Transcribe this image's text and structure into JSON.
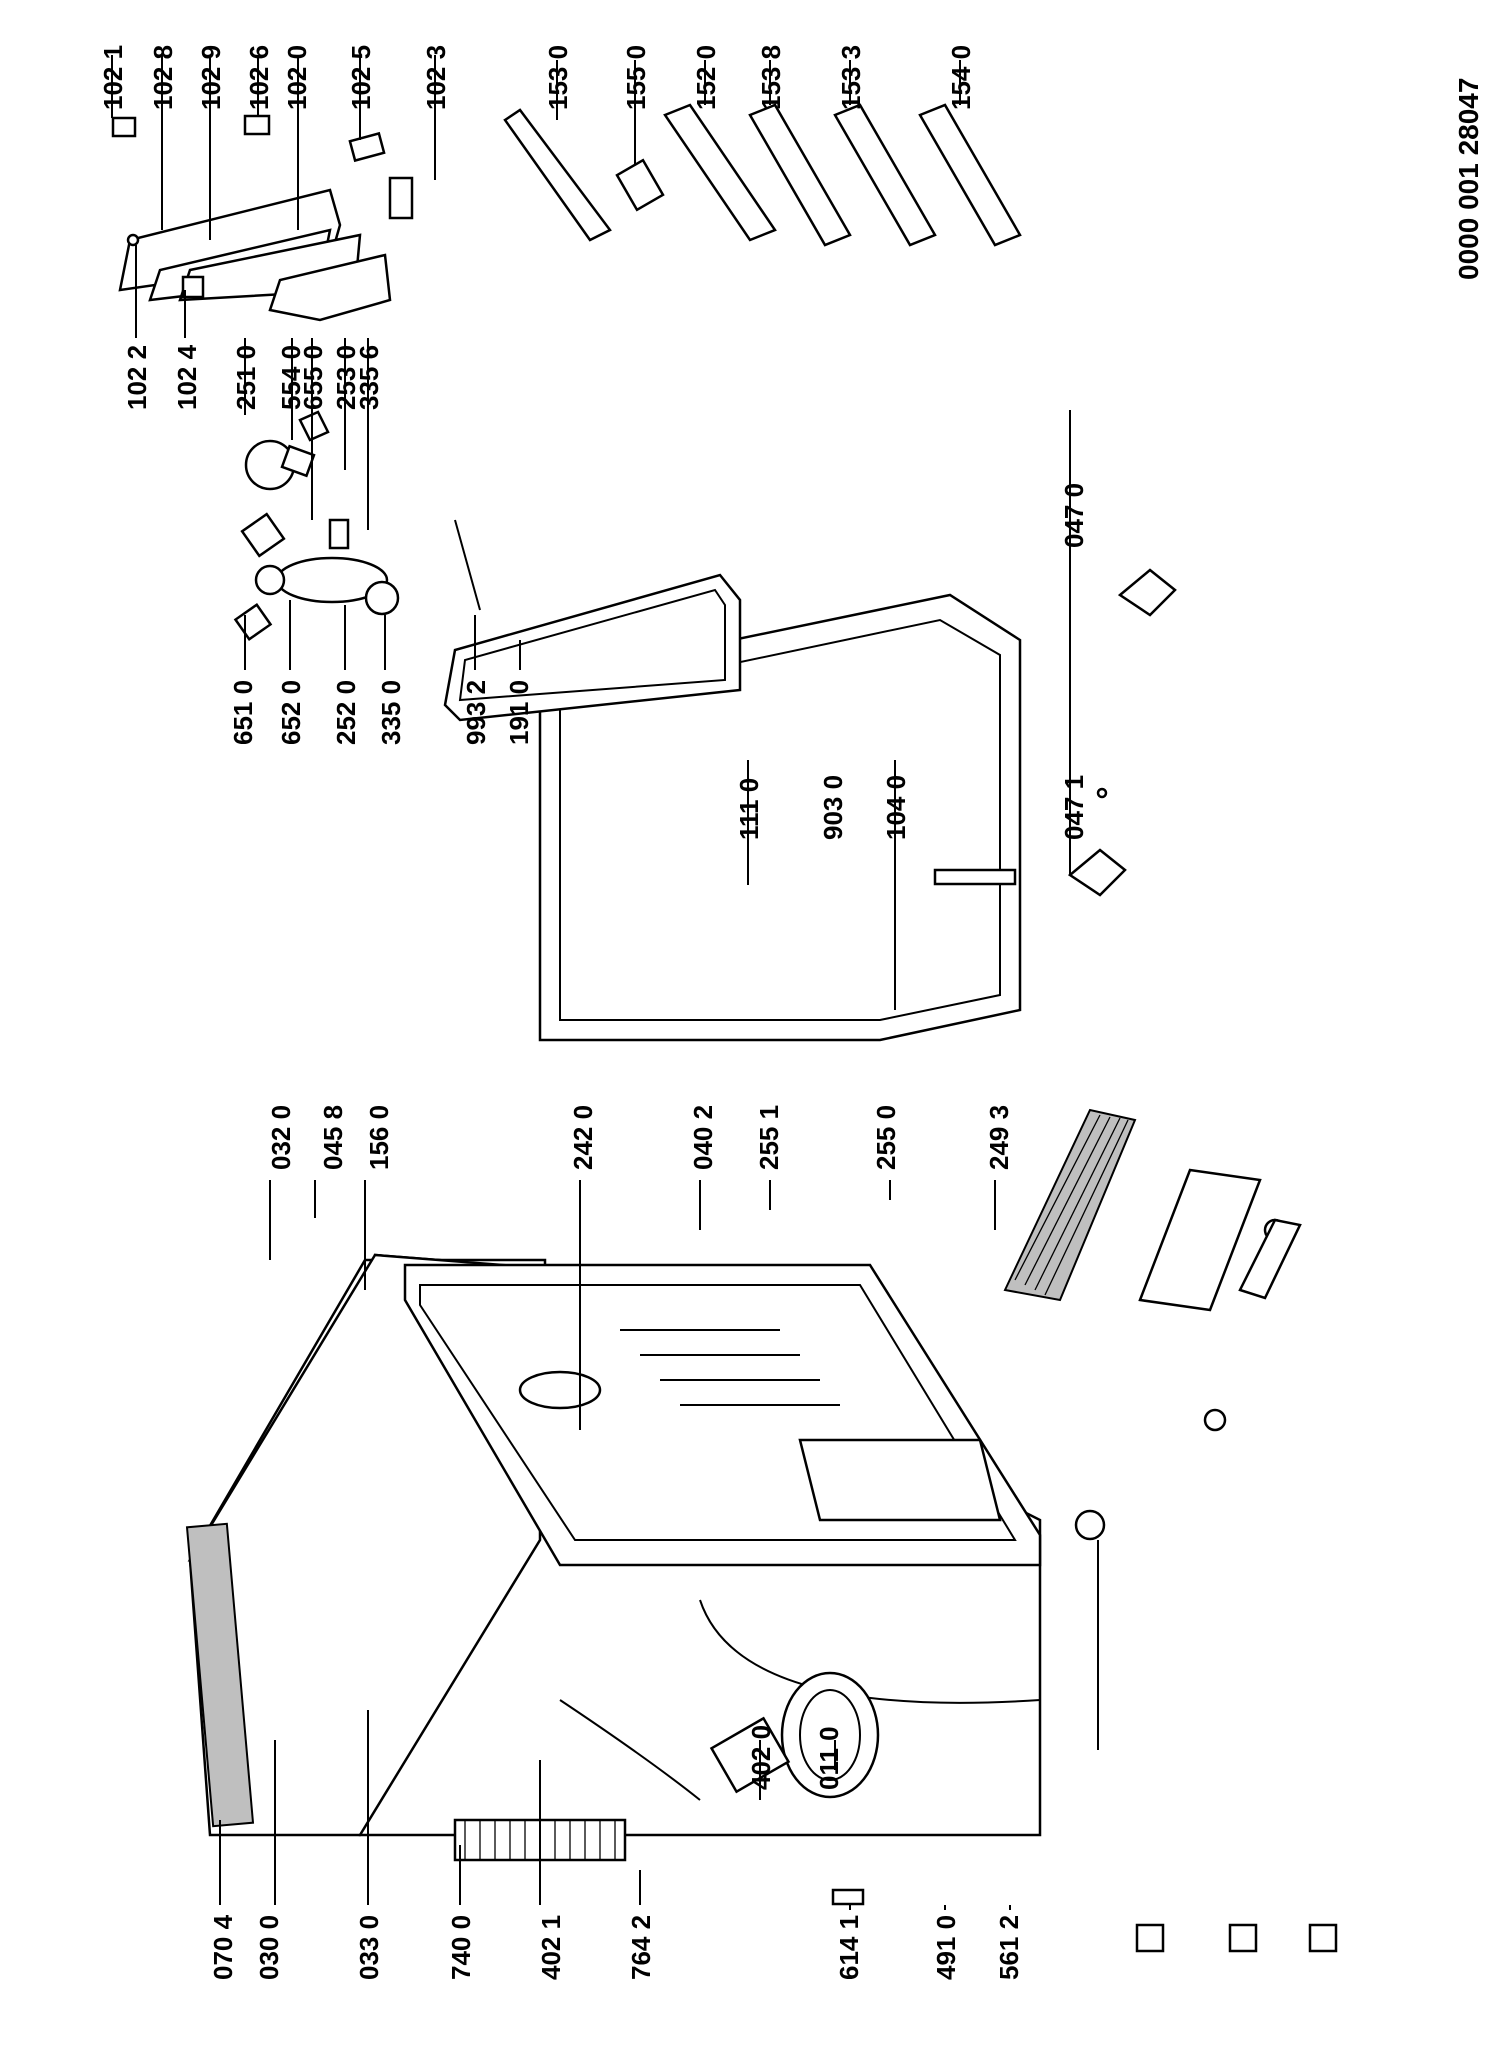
{
  "diagram": {
    "doc_number": "0000 001 28047",
    "labels": {
      "l0704": "070 4",
      "l0300": "030 0",
      "l0330": "033 0",
      "l7400": "740 0",
      "l4021": "402 1",
      "l7642": "764 2",
      "l6141": "614 1",
      "l4910": "491 0",
      "l5612": "561 2",
      "l4020": "402 0",
      "l0110": "011 0",
      "l0320": "032 0",
      "l0458": "045 8",
      "l1560": "156 0",
      "l2420": "242 0",
      "l0402": "040 2",
      "l2551": "255 1",
      "l2550": "255 0",
      "l2493": "249 3",
      "l6510": "651 0",
      "l6520": "652 0",
      "l2520": "252 0",
      "l3350": "335 0",
      "l9932": "993 2",
      "l1910": "191 0",
      "l1110": "111 0",
      "l9030": "903 0",
      "l1040": "104 0",
      "l0471": "047 1",
      "l0470": "047 0",
      "l1022": "102 2",
      "l1024": "102 4",
      "l2510": "251 0",
      "l5540": "554 0",
      "l6550": "655 0",
      "l2530": "253 0",
      "l3356": "335 6",
      "l1021": "102 1",
      "l1028": "102 8",
      "l1029": "102 9",
      "l1026": "102 6",
      "l1020": "102 0",
      "l1025": "102 5",
      "l1023": "102 3",
      "l1530": "153 0",
      "l1550": "155 0",
      "l1520": "152 0",
      "l1538": "153 8",
      "l1533": "153 3",
      "l1540": "154 0"
    }
  }
}
